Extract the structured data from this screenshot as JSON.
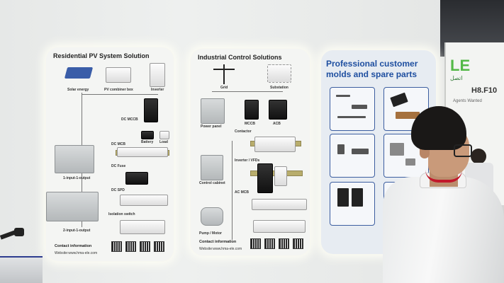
{
  "booth": {
    "logo": "LE",
    "arabic": "اتصل",
    "code": "H8.F10",
    "tag": "Agents Wanted"
  },
  "panel1": {
    "title": "Residential PV System Solution",
    "labels": [
      "Solar energy",
      "PV combiner box",
      "Inverter",
      "DC MCCB",
      "Battery",
      "Load",
      "DC MCB",
      "1-input-1-output",
      "DC Fuse",
      "DC SPD",
      "2-input-1-output",
      "Isolation switch"
    ],
    "contact": "Contact information",
    "website": "Website:www.hma-ele.com"
  },
  "panel2": {
    "title": "Industrial Control Solutions",
    "labels": [
      "Grid",
      "Substation",
      "Power panel",
      "MCCB",
      "ACB",
      "Contactor",
      "Control cabinet",
      "Inverter / VFDs",
      "AC MCB",
      "Pump / Motor"
    ],
    "contact": "Contact information",
    "website": "Website:www.hma-ele.com"
  },
  "panel3": {
    "title": "Professional customer molds and spare parts"
  },
  "colors": {
    "panel3_title": "#1f4fa0",
    "booth_logo": "#54b948",
    "lanyard": "#c2182b"
  }
}
